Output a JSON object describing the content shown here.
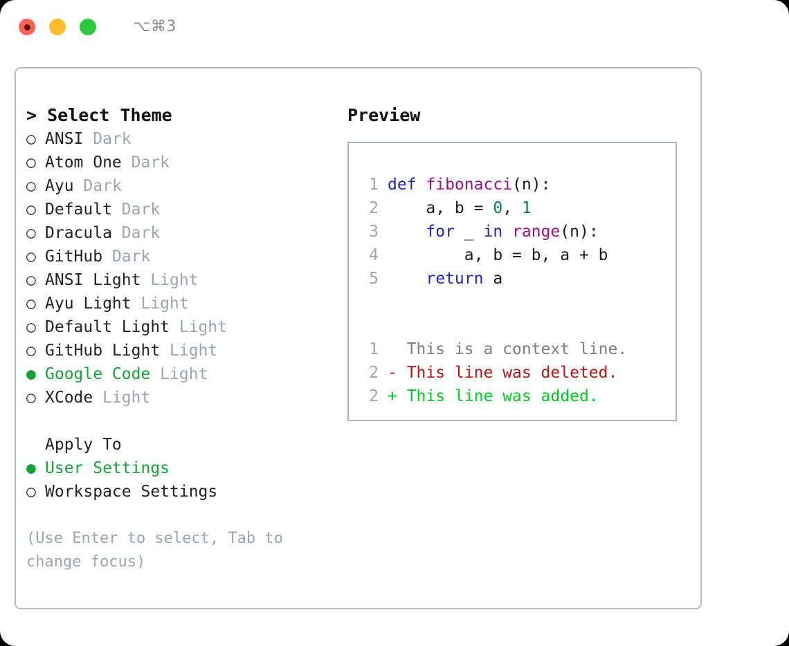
{
  "titlebar": {
    "shortcut": "⌥⌘3",
    "lights": [
      {
        "name": "close",
        "color": "#ff6159"
      },
      {
        "name": "minimize",
        "color": "#ffbd2e"
      },
      {
        "name": "maximize",
        "color": "#2bc840"
      }
    ]
  },
  "theme_picker": {
    "header": "> Select Theme",
    "marker_on": "●",
    "marker_off": "○",
    "selected_color": "#14a33a",
    "items": [
      {
        "marker": "○",
        "name": "ANSI",
        "kind": "Dark",
        "selected": false
      },
      {
        "marker": "○",
        "name": "Atom One",
        "kind": "Dark",
        "selected": false
      },
      {
        "marker": "○",
        "name": "Ayu",
        "kind": "Dark",
        "selected": false
      },
      {
        "marker": "○",
        "name": "Default",
        "kind": "Dark",
        "selected": false
      },
      {
        "marker": "○",
        "name": "Dracula",
        "kind": "Dark",
        "selected": false
      },
      {
        "marker": "○",
        "name": "GitHub",
        "kind": "Dark",
        "selected": false
      },
      {
        "marker": "○",
        "name": "ANSI Light",
        "kind": "Light",
        "selected": false
      },
      {
        "marker": "○",
        "name": "Ayu Light",
        "kind": "Light",
        "selected": false
      },
      {
        "marker": "○",
        "name": "Default Light",
        "kind": "Light",
        "selected": false
      },
      {
        "marker": "○",
        "name": "GitHub Light",
        "kind": "Light",
        "selected": false
      },
      {
        "marker": "●",
        "name": "Google Code",
        "kind": "Light",
        "selected": true
      },
      {
        "marker": "○",
        "name": "XCode",
        "kind": "Light",
        "selected": false
      }
    ]
  },
  "apply_to": {
    "header": "Apply To",
    "items": [
      {
        "marker": "●",
        "name": "User Settings",
        "selected": true
      },
      {
        "marker": "○",
        "name": "Workspace Settings",
        "selected": false
      }
    ]
  },
  "hint": "(Use Enter to select, Tab to change focus)",
  "preview": {
    "title": "Preview",
    "code_lines": [
      {
        "ln": "1",
        "tokens": [
          {
            "t": "def ",
            "c": "kw"
          },
          {
            "t": "fibonacci",
            "c": "fn"
          },
          {
            "t": "(n):",
            "c": "pn"
          }
        ]
      },
      {
        "ln": "2",
        "tokens": [
          {
            "t": "    a, b = ",
            "c": "pn"
          },
          {
            "t": "0",
            "c": "num"
          },
          {
            "t": ", ",
            "c": "pn"
          },
          {
            "t": "1",
            "c": "num"
          }
        ]
      },
      {
        "ln": "3",
        "tokens": [
          {
            "t": "    ",
            "c": "pn"
          },
          {
            "t": "for",
            "c": "kw"
          },
          {
            "t": " _ ",
            "c": "pn"
          },
          {
            "t": "in",
            "c": "kw"
          },
          {
            "t": " ",
            "c": "pn"
          },
          {
            "t": "range",
            "c": "fn"
          },
          {
            "t": "(n):",
            "c": "pn"
          }
        ]
      },
      {
        "ln": "4",
        "tokens": [
          {
            "t": "        a, b = b, a + b",
            "c": "pn"
          }
        ]
      },
      {
        "ln": "5",
        "tokens": [
          {
            "t": "    ",
            "c": "pn"
          },
          {
            "t": "return",
            "c": "kw"
          },
          {
            "t": " a",
            "c": "pn"
          }
        ]
      }
    ],
    "diff_lines": [
      {
        "ln": "1",
        "text": "  This is a context line.",
        "cls": "diff-ctx"
      },
      {
        "ln": "2",
        "text": "- This line was deleted.",
        "cls": "diff-del"
      },
      {
        "ln": "2",
        "text": "+ This line was added.",
        "cls": "diff-add"
      }
    ]
  }
}
